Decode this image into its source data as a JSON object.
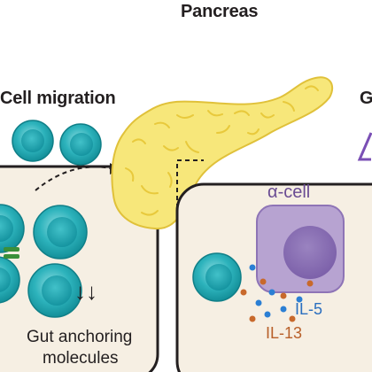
{
  "labels": {
    "pancreas": "Pancreas",
    "cell_migration": "Cell migration",
    "partial_right": "G",
    "alpha_cell": "α-cell",
    "il5": "IL-5",
    "il13": "IL-13",
    "arrows_symbol": "↓↓",
    "gut_anchoring_line1": "Gut anchoring",
    "gut_anchoring_line2": "molecules"
  },
  "colors": {
    "cell_teal": "#1fa9b3",
    "cell_teal_light": "#7fd3d8",
    "pancreas_yellow": "#f7e77a",
    "pancreas_outline": "#e3c843",
    "panel_fill": "#f6efe3",
    "alpha_cell_purple": "#b7a3d1",
    "alpha_nucleus": "#8c72b3",
    "il5_dot": "#2b7fd4",
    "il13_dot": "#c8692b",
    "il5_text": "#2b6fbf",
    "il13_text": "#b8602a",
    "anchor_green": "#3a8f3a",
    "partial_purple": "#7a4fb5"
  }
}
